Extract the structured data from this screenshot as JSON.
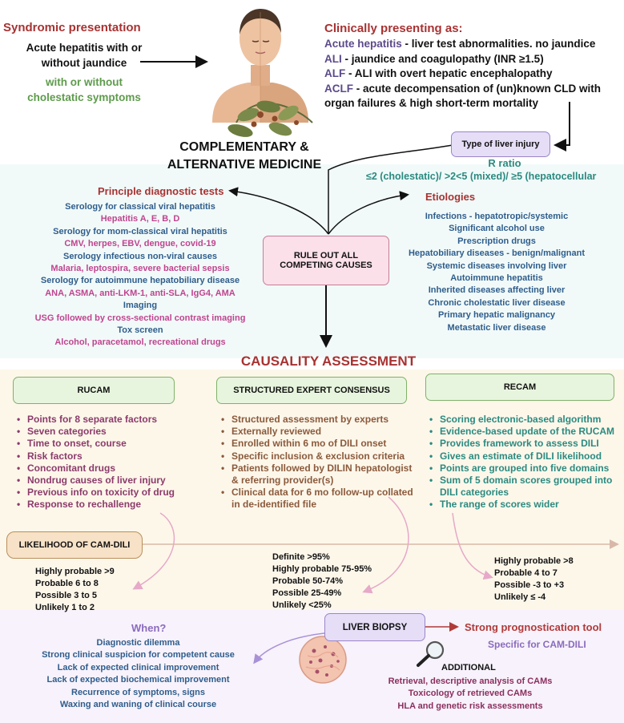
{
  "syndromic": {
    "title": "Syndromic presentation",
    "desc_lines": [
      "Acute hepatitis with or",
      "without jaundice"
    ],
    "sub_lines": [
      "with or without",
      "cholestatic symptoms"
    ]
  },
  "cam_title_lines": [
    "COMPLEMENTARY &",
    "ALTERNATIVE MEDICINE"
  ],
  "clinical": {
    "title": "Clinically presenting as:",
    "items": [
      {
        "term": "Acute hepatitis",
        "desc": " - liver test abnormalities. no jaundice"
      },
      {
        "term": "ALI",
        "desc": " - jaundice and coagulopathy (INR ≥1.5)"
      },
      {
        "term": "ALF",
        "desc": " - ALI with overt hepatic encephalopathy"
      },
      {
        "term": "ACLF",
        "desc": " - acute decompensation of (un)known CLD with"
      }
    ],
    "continuation": "organ failures & high short-term mortality"
  },
  "liver_injury": {
    "box": "Type of liver injury",
    "r_ratio": "R ratio",
    "r_ratio_values": "≤2 (cholestatic)/ >2<5 (mixed)/ ≥5 (hepatocellular"
  },
  "principle_tests": {
    "title": "Principle diagnostic tests",
    "lines": [
      {
        "text": "Serology for classical viral hepatitis",
        "color": "#2f5d8c"
      },
      {
        "text": "Hepatitis A, E, B, D",
        "color": "#c0448f"
      },
      {
        "text": "Serology for mom-classical viral hepatitis",
        "color": "#2f5d8c"
      },
      {
        "text": "CMV, herpes, EBV, dengue, covid-19",
        "color": "#c0448f"
      },
      {
        "text": "Serology infectious non-viral causes",
        "color": "#2f5d8c"
      },
      {
        "text": "Malaria, leptospira, severe bacterial sepsis",
        "color": "#c0448f"
      },
      {
        "text": "Serology for autoimmune hepatobiliary disease",
        "color": "#2f5d8c"
      },
      {
        "text": "ANA, ASMA, anti-LKM-1, anti-SLA, IgG4, AMA",
        "color": "#c0448f"
      },
      {
        "text": "Imaging",
        "color": "#2f5d8c"
      },
      {
        "text": "USG followed by cross-sectional contrast imaging",
        "color": "#c0448f"
      },
      {
        "text": "Tox screen",
        "color": "#2f5d8c"
      },
      {
        "text": "Alcohol, paracetamol, recreational drugs",
        "color": "#c0448f"
      }
    ]
  },
  "rule_out": {
    "lines": [
      "RULE OUT ALL",
      "COMPETING CAUSES"
    ]
  },
  "etiologies": {
    "title": "Etiologies",
    "lines": [
      "Infections - hepatotropic/systemic",
      "Significant alcohol use",
      "Prescription drugs",
      "Hepatobiliary diseases - benign/malignant",
      "Systemic diseases involving liver",
      "Autoimmune hepatitis",
      "Inherited diseases affecting liver",
      "Chronic cholestatic liver disease",
      "Primary hepatic malignancy",
      "Metastatic liver disease"
    ]
  },
  "causality": {
    "title": "CAUSALITY ASSESSMENT"
  },
  "rucam": {
    "label": "RUCAM",
    "items": [
      "Points for 8 separate factors",
      "Seven categories",
      "Time to onset, course",
      "Risk factors",
      "Concomitant drugs",
      "Nondrug causes of liver injury",
      "Previous info on toxicity of drug",
      "Response to rechallenge"
    ]
  },
  "sec": {
    "label": "STRUCTURED EXPERT CONSENSUS",
    "items": [
      "Structured assessment by experts",
      "Externally reviewed",
      "Enrolled within 6 mo of DILI onset",
      "Specific inclusion & exclusion criteria",
      "Patients followed by DILIN hepatologist & referring provider(s)",
      "Clinical data for 6 mo follow-up collated in de-identified file"
    ]
  },
  "recam": {
    "label": "RECAM",
    "items": [
      "Scoring electronic-based algorithm",
      "Evidence-based update of the RUCAM",
      "Provides framework to assess DILI",
      "Gives an estimate of DILI likelihood",
      "Points are grouped into five domains",
      "Sum of 5 domain scores grouped into DILI categories",
      "The range of scores wider"
    ]
  },
  "likelihood": {
    "label": "LIKELIHOOD OF CAM-DILI",
    "rucam": [
      "Highly probable >9",
      "Probable 6 to 8",
      "Possible 3 to 5",
      "Unlikely 1 to 2"
    ],
    "sec": [
      "Definite >95%",
      "Highly probable 75-95%",
      "Probable 50-74%",
      "Possible 25-49%",
      "Unlikely <25%"
    ],
    "recam": [
      "Highly probable >8",
      "Probable 4 to 7",
      "Possible -3 to +3",
      "Unlikely ≤ -4"
    ]
  },
  "when": {
    "title": "When?",
    "lines": [
      "Diagnostic dilemma",
      "Strong clinical suspicion for competent cause",
      "Lack of expected clinical improvement",
      "Lack of expected biochemical improvement",
      "Recurrence of symptoms, signs",
      "Waxing and waning of clinical course"
    ]
  },
  "biopsy": {
    "label": "LIVER BIOPSY",
    "prognostic": "Strong prognostication tool",
    "specific": "Specific for CAM-DILI",
    "additional_title": "ADDITIONAL",
    "additional": [
      "Retrieval, descriptive analysis of CAMs",
      "Toxicology of retrieved CAMs",
      "HLA and genetic risk assessments"
    ]
  },
  "colors": {
    "maroon": "#a83232",
    "green": "#5e9b4c",
    "blue": "#2f5d8c",
    "pink": "#c0448f",
    "purple": "#5b4a8a",
    "teal": "#2b8a80",
    "brown": "#8b5a3c"
  }
}
